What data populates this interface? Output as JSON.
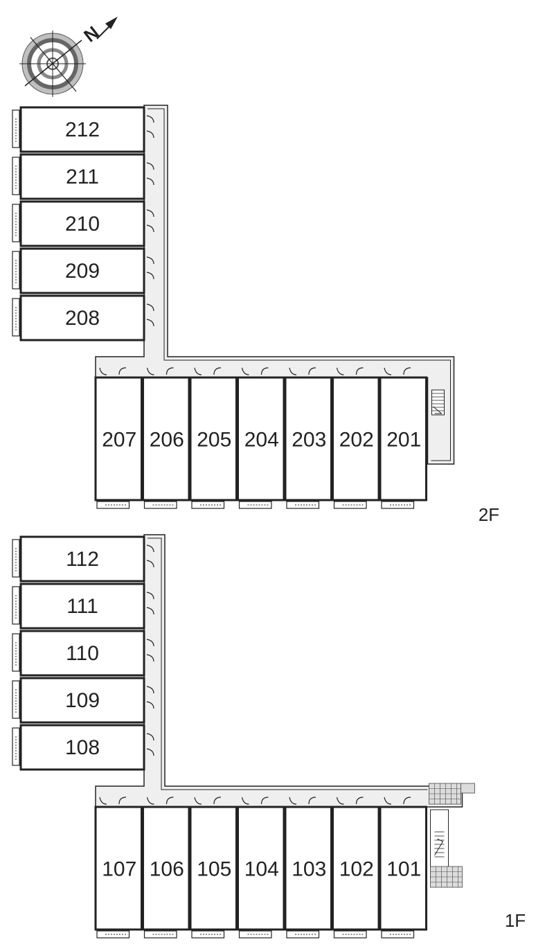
{
  "compass": {
    "north_label": "N"
  },
  "floors": [
    {
      "label": "2F",
      "vertical_units": [
        "212",
        "211",
        "210",
        "209",
        "208"
      ],
      "horizontal_units": [
        "207",
        "206",
        "205",
        "204",
        "203",
        "202",
        "201"
      ]
    },
    {
      "label": "1F",
      "vertical_units": [
        "112",
        "111",
        "110",
        "109",
        "108"
      ],
      "horizontal_units": [
        "107",
        "106",
        "105",
        "104",
        "103",
        "102",
        "101"
      ]
    }
  ]
}
